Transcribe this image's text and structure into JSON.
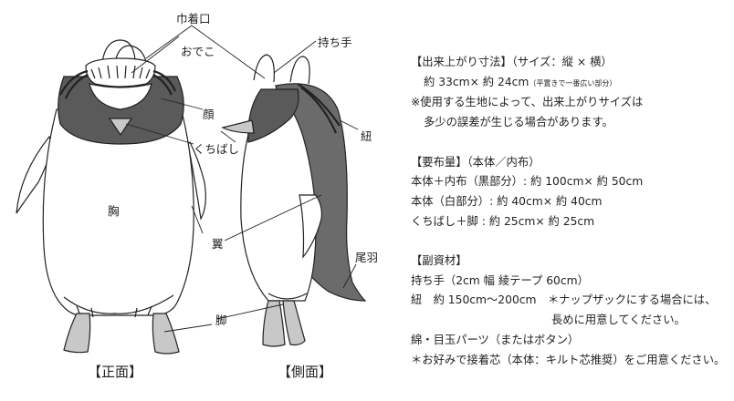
{
  "labels": {
    "kinchakuguchi": "巾着口",
    "odeko": "おでこ",
    "mochite": "持ち手",
    "kao": "顔",
    "himo": "紐",
    "kuchibashi": "くちばし",
    "mune": "胸",
    "tsubasa": "翼",
    "obane": "尾羽",
    "ashi": "脚"
  },
  "captions": {
    "front": "【正面】",
    "side": "【側面】"
  },
  "specs": {
    "size_heading": "【出来上がり寸法】",
    "size_heading_suffix": "（サイズ：縦 × 横）",
    "size_value": "約 33cm× 約 24cm",
    "size_note": "（平置きで一番広い部分）",
    "size_warning_1": "※使用する生地によって、出来上がりサイズは",
    "size_warning_2": "多少の誤差が生じる場合があります。",
    "fabric_heading": "【要布量】",
    "fabric_heading_suffix": "（本体／内布）",
    "fabric_1": "本体＋内布（黒部分）: 約 100cm× 約 50cm",
    "fabric_2": "本体（白部分）: 約 40cm× 約 40cm",
    "fabric_3": "くちばし＋脚 : 約 25cm× 約 25cm",
    "materials_heading": "【副資材】",
    "mat_1": "持ち手（2cm 幅 綾テープ 60cm）",
    "mat_2": "紐　約 150cm〜200cm　＊ナップザックにする場合には、",
    "mat_2b": "長めに用意してください。",
    "mat_3": "綿・目玉パーツ（またはボタン）",
    "mat_4": "＊お好みで接着芯（本体：キルト芯推奨）をご用意ください。"
  },
  "colors": {
    "dark": "#5a5a5a",
    "tail": "#6b6b6b",
    "feet": "#c8c8c8",
    "outline": "#222222",
    "body": "#ffffff"
  }
}
